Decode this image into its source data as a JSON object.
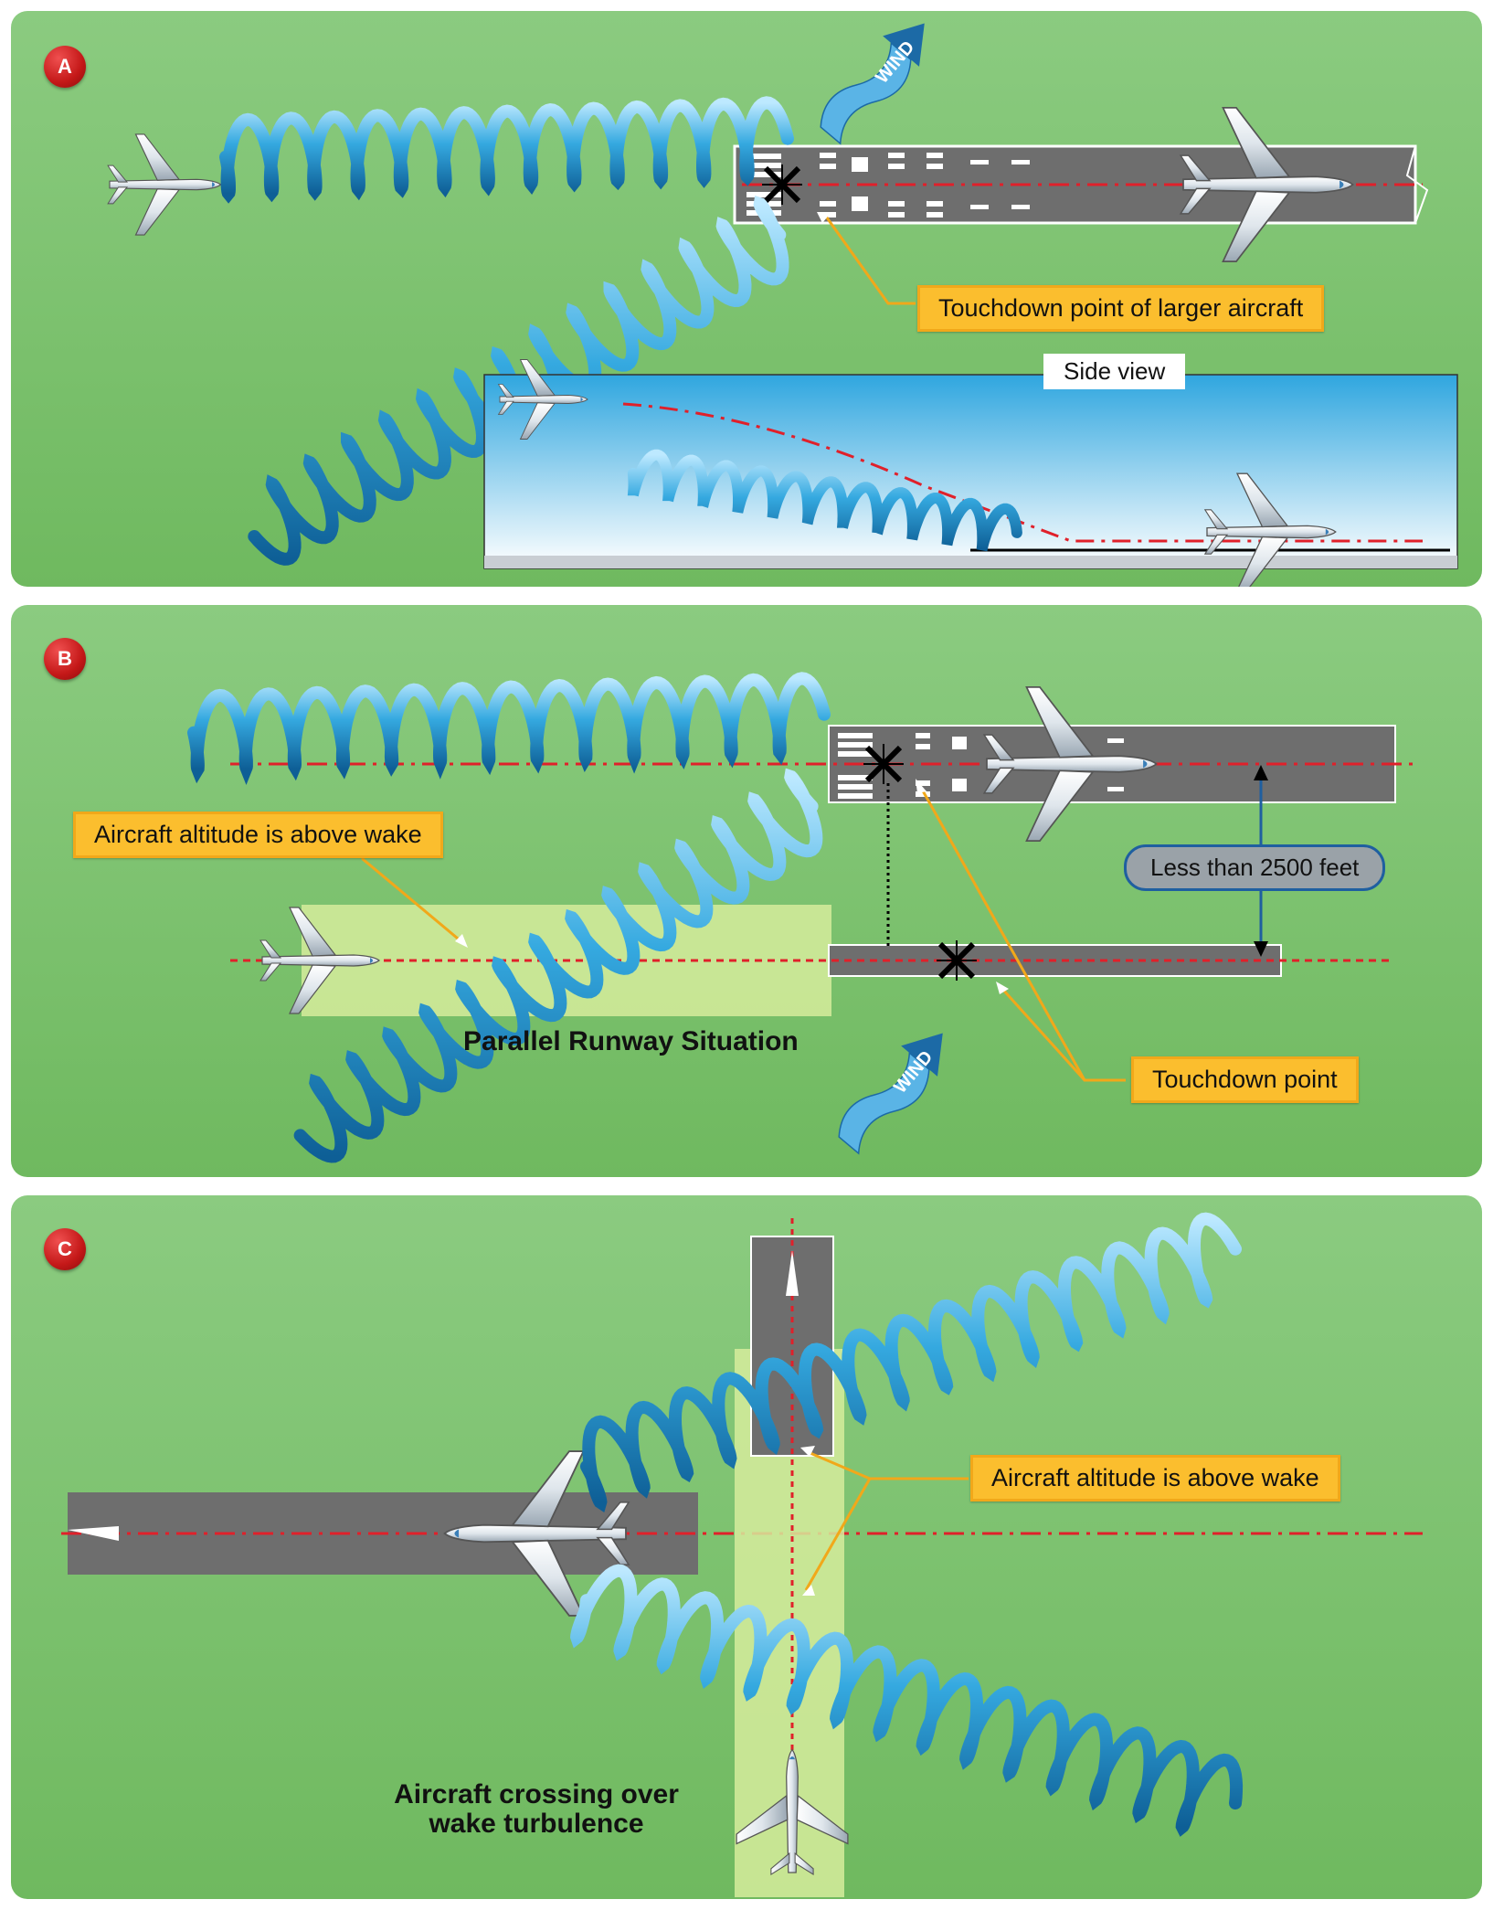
{
  "panels": [
    {
      "id": "A",
      "callouts": [
        "Touchdown point of larger aircraft"
      ],
      "side_view_label": "Side view",
      "wind_label": "WIND"
    },
    {
      "id": "B",
      "callouts": [
        "Aircraft altitude is above wake",
        "Touchdown point"
      ],
      "distance_label": "Less than 2500 feet",
      "caption": "Parallel Runway Situation",
      "wind_label": "WIND"
    },
    {
      "id": "C",
      "callouts": [
        "Aircraft altitude is above wake"
      ],
      "caption_lines": [
        "Aircraft crossing over",
        "wake turbulence"
      ]
    }
  ],
  "colors": {
    "grass": "#79c26b",
    "runway": "#6e6e6e",
    "vortex": "#2c9fd6",
    "callout": "#fbbe2e",
    "centerline": "#e0202a",
    "badge": "#c41818"
  },
  "icons": [
    "aircraft-icon",
    "touchdown-marker-icon",
    "wind-arrow-icon",
    "wake-vortex-icon"
  ]
}
